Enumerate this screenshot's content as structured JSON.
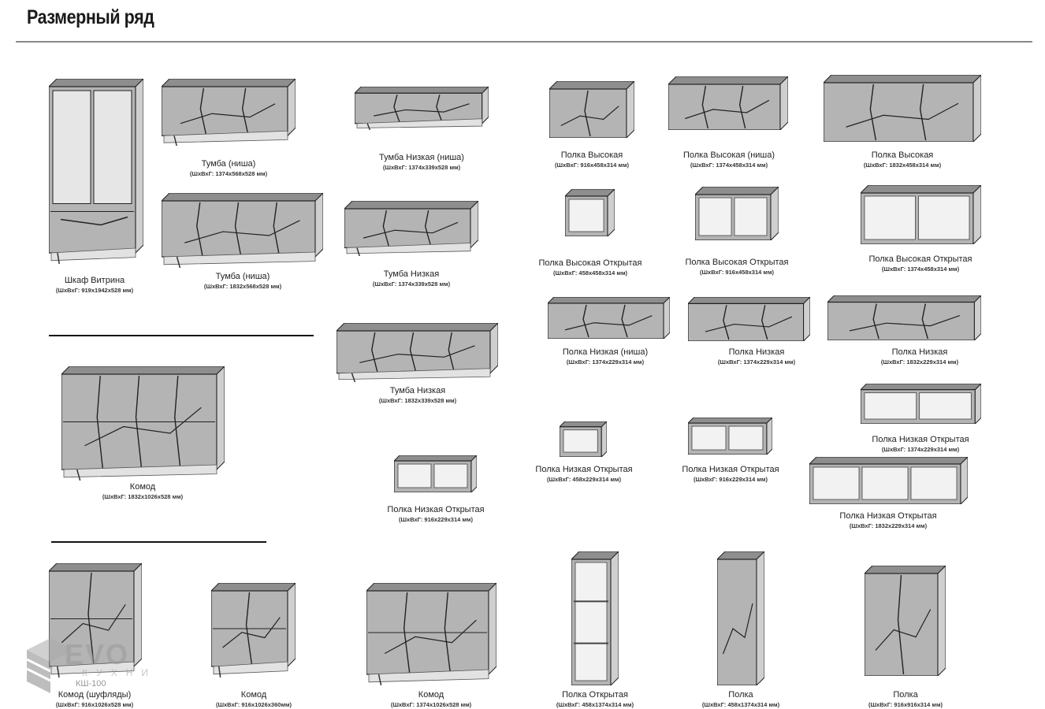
{
  "page": {
    "title": "Размерный ряд"
  },
  "logo": {
    "brand": "EVO",
    "subtitle": "КУХНИ",
    "code": "КШ-100"
  },
  "items": [
    {
      "name": "Шкаф Витрина",
      "dims": "(ШхВхГ: 919x1942x528 мм)",
      "kind": "vitrina"
    },
    {
      "name": "Тумба (ниша)",
      "dims": "(ШхВхГ: 1374x568x528 мм)",
      "kind": "tumba"
    },
    {
      "name": "Тумба Низкая (ниша)",
      "dims": "(ШхВхГ: 1374x339x528 мм)",
      "kind": "tumba"
    },
    {
      "name": "Тумба (ниша)",
      "dims": "(ШхВхГ: 1832x568x528 мм)",
      "kind": "tumba"
    },
    {
      "name": "Тумба Низкая",
      "dims": "(ШхВхГ: 1374x339x528 мм)",
      "kind": "tumba"
    },
    {
      "name": "Тумба Низкая",
      "dims": "(ШхВхГ: 1832x339x528 мм)",
      "kind": "tumba"
    },
    {
      "name": "Комод",
      "dims": "(ШхВхГ: 1832x1026x528 мм)",
      "kind": "komod"
    },
    {
      "name": "Полка Низкая Открытая",
      "dims": "(ШхВхГ: 916x229x314 мм)",
      "kind": "open"
    },
    {
      "name": "Комод  (шуфляды)",
      "dims": "(ШхВхГ: 916x1026x528 мм)",
      "kind": "komod"
    },
    {
      "name": "Комод",
      "dims": "(ШхВхГ: 916x1026x360мм)",
      "kind": "komod"
    },
    {
      "name": "Комод",
      "dims": "(ШхВхГ: 1374x1026x528 мм)",
      "kind": "komod"
    },
    {
      "name": "Полка Открытая",
      "dims": "(ШхВхГ: 458x1374x314 мм)",
      "kind": "tallopen"
    },
    {
      "name": "Полка",
      "dims": "(ШхВхГ: 458x1374x314 мм)",
      "kind": "tall"
    },
    {
      "name": "Полка",
      "dims": "(ШхВхГ: 916x916x314 мм)",
      "kind": "closed"
    },
    {
      "name": "Полка Высокая",
      "dims": "(ШхВхГ: 916x458x314 мм)",
      "kind": "closed"
    },
    {
      "name": "Полка Высокая (ниша)",
      "dims": "(ШхВхГ: 1374x458x314 мм)",
      "kind": "closed"
    },
    {
      "name": "Полка Высокая",
      "dims": "(ШхВхГ: 1832x458x314 мм)",
      "kind": "closed"
    },
    {
      "name": "Полка Высокая Открытая",
      "dims": "(ШхВхГ: 458x458x314 мм)",
      "kind": "open"
    },
    {
      "name": "Полка Высокая Открытая",
      "dims": "(ШхВхГ: 916x458x314 мм)",
      "kind": "open"
    },
    {
      "name": "Полка Высокая Открытая",
      "dims": "(ШхВхГ: 1374x458x314 мм)",
      "kind": "open"
    },
    {
      "name": "Полка Низкая (ниша)",
      "dims": "(ШхВхГ: 1374x229x314 мм)",
      "kind": "closed"
    },
    {
      "name": "Полка Низкая",
      "dims": "(ШхВхГ: 1374x229x314 мм)",
      "kind": "closed"
    },
    {
      "name": "Полка Низкая",
      "dims": "(ШхВхГ: 1832x229x314 мм)",
      "kind": "closed"
    },
    {
      "name": "Полка Низкая Открытая",
      "dims": "(ШхВхГ: 458x229x314 мм)",
      "kind": "open"
    },
    {
      "name": "Полка Низкая Открытая",
      "dims": "(ШхВхГ: 916x229x314 мм)",
      "kind": "open"
    },
    {
      "name": "Полка Низкая Открытая",
      "dims": "(ШхВхГ: 1374x229x314 мм)",
      "kind": "open"
    },
    {
      "name": "Полка Низкая Открытая",
      "dims": "(ШхВхГ: 1832x229x314 мм)",
      "kind": "open"
    }
  ]
}
